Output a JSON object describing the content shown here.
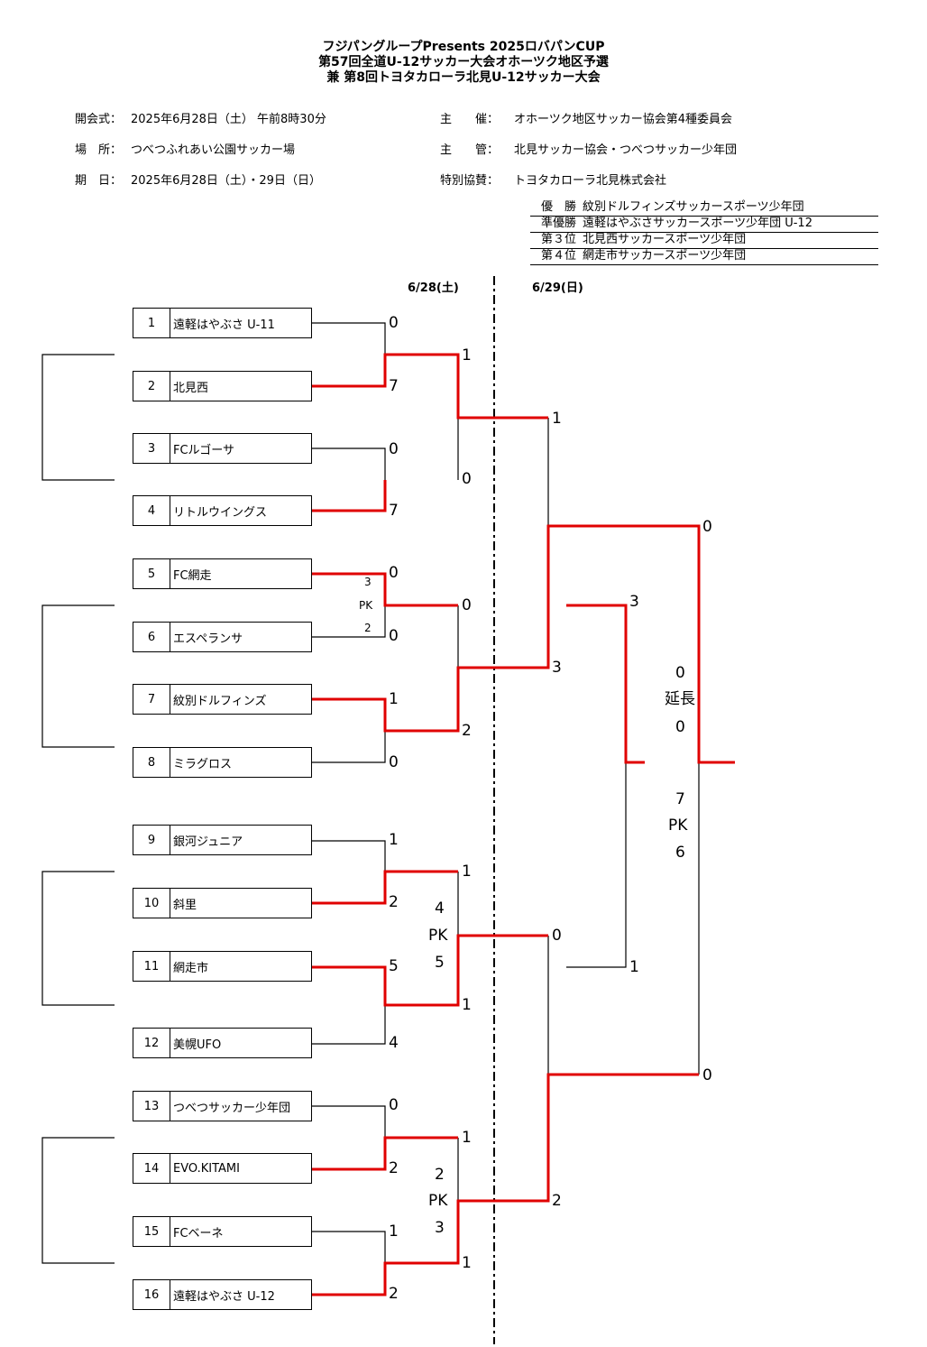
{
  "header": {
    "title_lines": [
      "フジパングループPresents 2025ロバパンCUP",
      "第57回全道U-12サッカー大会オホーツク地区予選",
      "兼 第8回トヨタカローラ北見U-12サッカー大会"
    ]
  },
  "info": {
    "opening_label": "開会式：",
    "opening_value": "2025年6月28日（土） 午前8時30分",
    "venue_label": "場　所：",
    "venue_value": "つべつふれあい公園サッカー場",
    "period_label": "期　日：",
    "period_value": "2025年6月28日（土）・29日（日）",
    "host_label": "主　　催：",
    "host_value": "オホーツク地区サッカー協会第4種委員会",
    "organizer_label": "主　　管：",
    "organizer_value": "北見サッカー協会・つべつサッカー少年団",
    "sponsor_label": "特別協賛：",
    "sponsor_value": "トヨタカローラ北見株式会社"
  },
  "results": [
    {
      "rank": "優　勝",
      "team": "紋別ドルフィンズサッカースポーツ少年団"
    },
    {
      "rank": "準優勝",
      "team": "遠軽はやぶさサッカースポーツ少年団 U-12"
    },
    {
      "rank": "第３位",
      "team": "北見西サッカースポーツ少年団"
    },
    {
      "rank": "第４位",
      "team": "網走市サッカースポーツ少年団"
    }
  ],
  "dates": {
    "day1": "6/28(土)",
    "day2": "6/29(日)"
  },
  "teams": [
    {
      "num": "1",
      "name": "遠軽はやぶさ U-11"
    },
    {
      "num": "2",
      "name": "北見西"
    },
    {
      "num": "3",
      "name": "FCルゴーサ"
    },
    {
      "num": "4",
      "name": "リトルウイングス"
    },
    {
      "num": "5",
      "name": "FC網走"
    },
    {
      "num": "6",
      "name": "エスペランサ"
    },
    {
      "num": "7",
      "name": "紋別ドルフィンズ"
    },
    {
      "num": "8",
      "name": "ミラグロス"
    },
    {
      "num": "9",
      "name": "銀河ジュニア"
    },
    {
      "num": "10",
      "name": "斜里"
    },
    {
      "num": "11",
      "name": "網走市"
    },
    {
      "num": "12",
      "name": "美幌UFO"
    },
    {
      "num": "13",
      "name": "つべつサッカー少年団"
    },
    {
      "num": "14",
      "name": "EVO.KITAMI"
    },
    {
      "num": "15",
      "name": "FCベーネ"
    },
    {
      "num": "16",
      "name": "遠軽はやぶさ U-12"
    }
  ],
  "scores": {
    "r1": [
      "0",
      "7",
      "0",
      "7",
      "0",
      "0",
      "1",
      "0",
      "1",
      "2",
      "5",
      "4",
      "0",
      "2",
      "1",
      "2"
    ],
    "r1_pk": {
      "pk_label": "PK",
      "top": "3",
      "bottom": "2"
    },
    "r2": [
      "1",
      "0",
      "0",
      "2",
      "1",
      "1",
      "1",
      "1"
    ],
    "r2_pk_a": {
      "top": "4",
      "label": "PK",
      "bottom": "5"
    },
    "r2_pk_b": {
      "top": "2",
      "label": "PK",
      "bottom": "3"
    },
    "semi": [
      "1",
      "3",
      "0",
      "2"
    ],
    "third_place": [
      "3",
      "1"
    ],
    "final": [
      "0",
      "0"
    ],
    "final_et": {
      "top": "0",
      "label": "延長",
      "bottom": "0"
    },
    "final_pk": {
      "top": "7",
      "label": "PK",
      "bottom": "6"
    }
  },
  "colors": {
    "winner_line": "#e00000",
    "line": "#000000"
  }
}
